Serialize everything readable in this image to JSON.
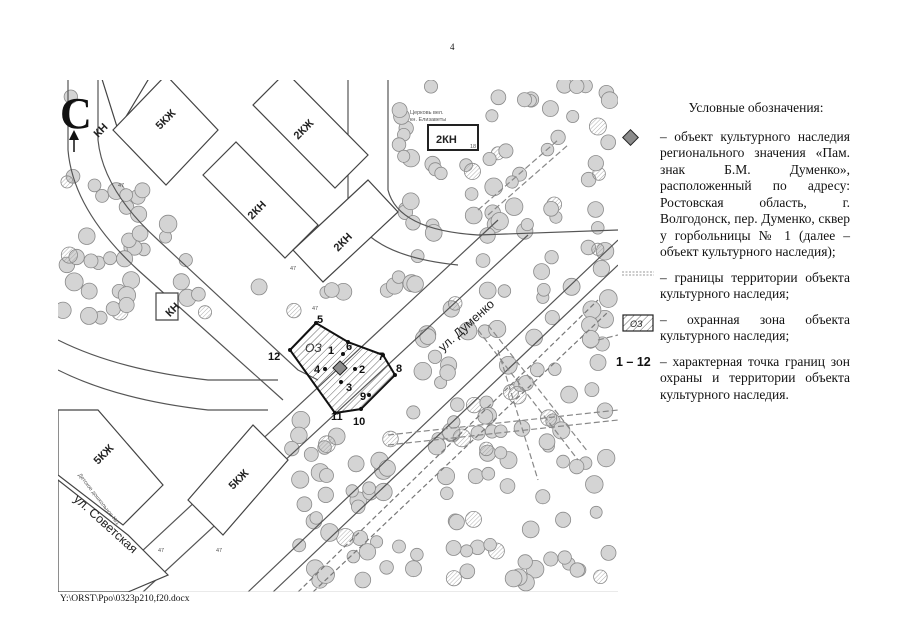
{
  "page": {
    "number": "4",
    "file_path": "Y:\\ORST\\Ppo\\0323p210,f20.docx"
  },
  "map": {
    "north_symbol": "С",
    "street_labels": [
      "ул. Думенко",
      "ул. Советская"
    ],
    "building_labels": {
      "kn_top": "КН",
      "b5kzh_top": "5КЖ",
      "b2kzh_top": "2КЖ",
      "b2kn_a": "2КН",
      "b2kn_b": "2КН",
      "kn_mid": "КН",
      "b5kzh_bottom": "5КЖ",
      "b5kzh_bottom2": "5КЖ"
    },
    "church": {
      "caption_line1": "Церковь вел.",
      "caption_line2": "кн. Елизаветы",
      "label": "2КН",
      "number": "18"
    },
    "house_numbers": [
      "47",
      "47",
      "47",
      "47",
      "47"
    ],
    "kindergarten_label": "Детское дошкольное №1",
    "zone_label": "ОЗ",
    "points": [
      "1",
      "2",
      "3",
      "4",
      "5",
      "6",
      "7",
      "8",
      "9",
      "10",
      "11",
      "12"
    ]
  },
  "legend": {
    "title": "Условные обозначения:",
    "items": [
      {
        "symbol": "grey-diamond-icon",
        "text": "– объект культурного наследия регионального значения «Пам. знак Б.М. Думенко», расположенный по адресу: Ростовская область, г. Волгодонск, пер. Думенко, сквер у горбольницы № 1 (далее – объект культурного наследия);"
      },
      {
        "symbol": "dashed-boundary-icon",
        "text": "– границы территории объекта культурного наследия;"
      },
      {
        "symbol": "hatched-zone-icon",
        "symbol_label": "ОЗ",
        "text": "– охранная зона объекта культурного наследия;"
      },
      {
        "symbol": "point-range",
        "code": "1 – 12",
        "text": "– характерная точка границ зон охраны и территории объекта культурного наследия."
      }
    ]
  },
  "colors": {
    "line": "#555555",
    "tree_fill": "#d4d4d4",
    "diamond": "#8c8c8c",
    "zone_boundary": "#111111"
  }
}
